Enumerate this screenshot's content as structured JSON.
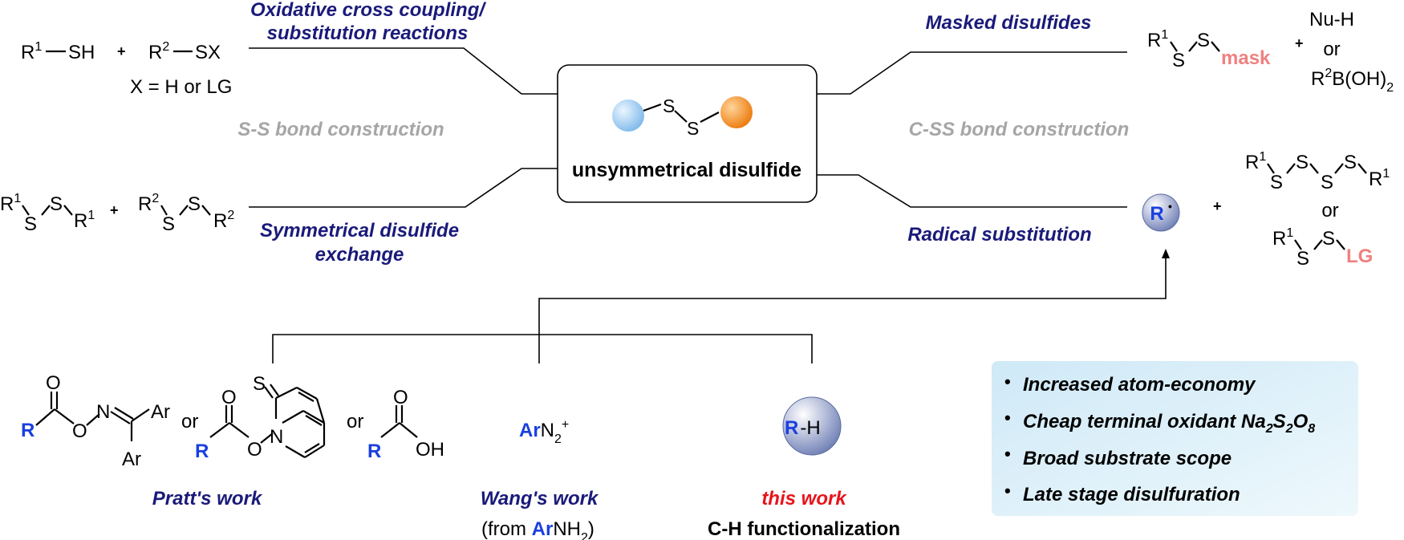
{
  "center_box": {
    "label": "unsymmetrical disulfide",
    "s_top": "S",
    "s_bottom": "S",
    "left_ball_color": "#9dcff5",
    "right_ball_color": "#f08a1a"
  },
  "left": {
    "top_heading": [
      "Oxidative cross coupling/",
      "substitution reactions"
    ],
    "top_reagents": {
      "r1": "R",
      "r1_sup": "1",
      "sh": "SH",
      "plus": "+",
      "r2": "R",
      "r2_sup": "2",
      "sx": "SX",
      "x_note": "X = H or LG"
    },
    "category": "S-S bond construction",
    "bottom_heading": [
      "Symmetrical disulfide",
      "exchange"
    ],
    "bottom_reagents": {
      "r1": "R",
      "r1_sup": "1",
      "r2": "R",
      "r2_sup": "2",
      "s": "S",
      "plus": "+"
    }
  },
  "right": {
    "top_heading": "Masked disulfides",
    "top_reagents": {
      "r1": "R",
      "r1_sup": "1",
      "s": "S",
      "mask": "mask",
      "plus": "+",
      "nuh": "Nu-H",
      "or": "or",
      "boronic": "R",
      "boronic_sup": "2",
      "boronic_rest": "B(OH)",
      "boronic_sub": "2"
    },
    "category": "C-SS bond construction",
    "bottom_heading": "Radical substitution",
    "radical": {
      "label": "R",
      "dot": "•"
    },
    "bottom_reagents": {
      "plus": "+",
      "r1": "R",
      "r1_sup": "1",
      "s": "S",
      "or": "or",
      "lg": "LG"
    }
  },
  "sources": {
    "pratt": {
      "label": "Pratt's work",
      "r": "R",
      "o": "O",
      "n": "N",
      "ar": "Ar",
      "or": "or",
      "s": "S",
      "oh": "OH"
    },
    "wang": {
      "label": "Wang's work",
      "reagent_ar": "Ar",
      "reagent_rest": "N",
      "reagent_sub": "2",
      "reagent_sup": "+",
      "note_open": "(from ",
      "note_ar": "Ar",
      "note_rest": "NH",
      "note_sub": "2",
      "note_close": ")"
    },
    "this": {
      "label": "this work",
      "sub": "C-H functionalization",
      "r": "R",
      "h": "-H"
    }
  },
  "features": {
    "bg_color": "#dff0f9",
    "items": [
      {
        "text": "Increased atom-economy"
      },
      {
        "text": "Cheap terminal oxidant Na",
        "formula": [
          "2",
          "S",
          "2",
          "O",
          "8"
        ]
      },
      {
        "text": "Broad substrate scope"
      },
      {
        "text": "Late stage disulfuration"
      }
    ],
    "bullet": "•"
  }
}
